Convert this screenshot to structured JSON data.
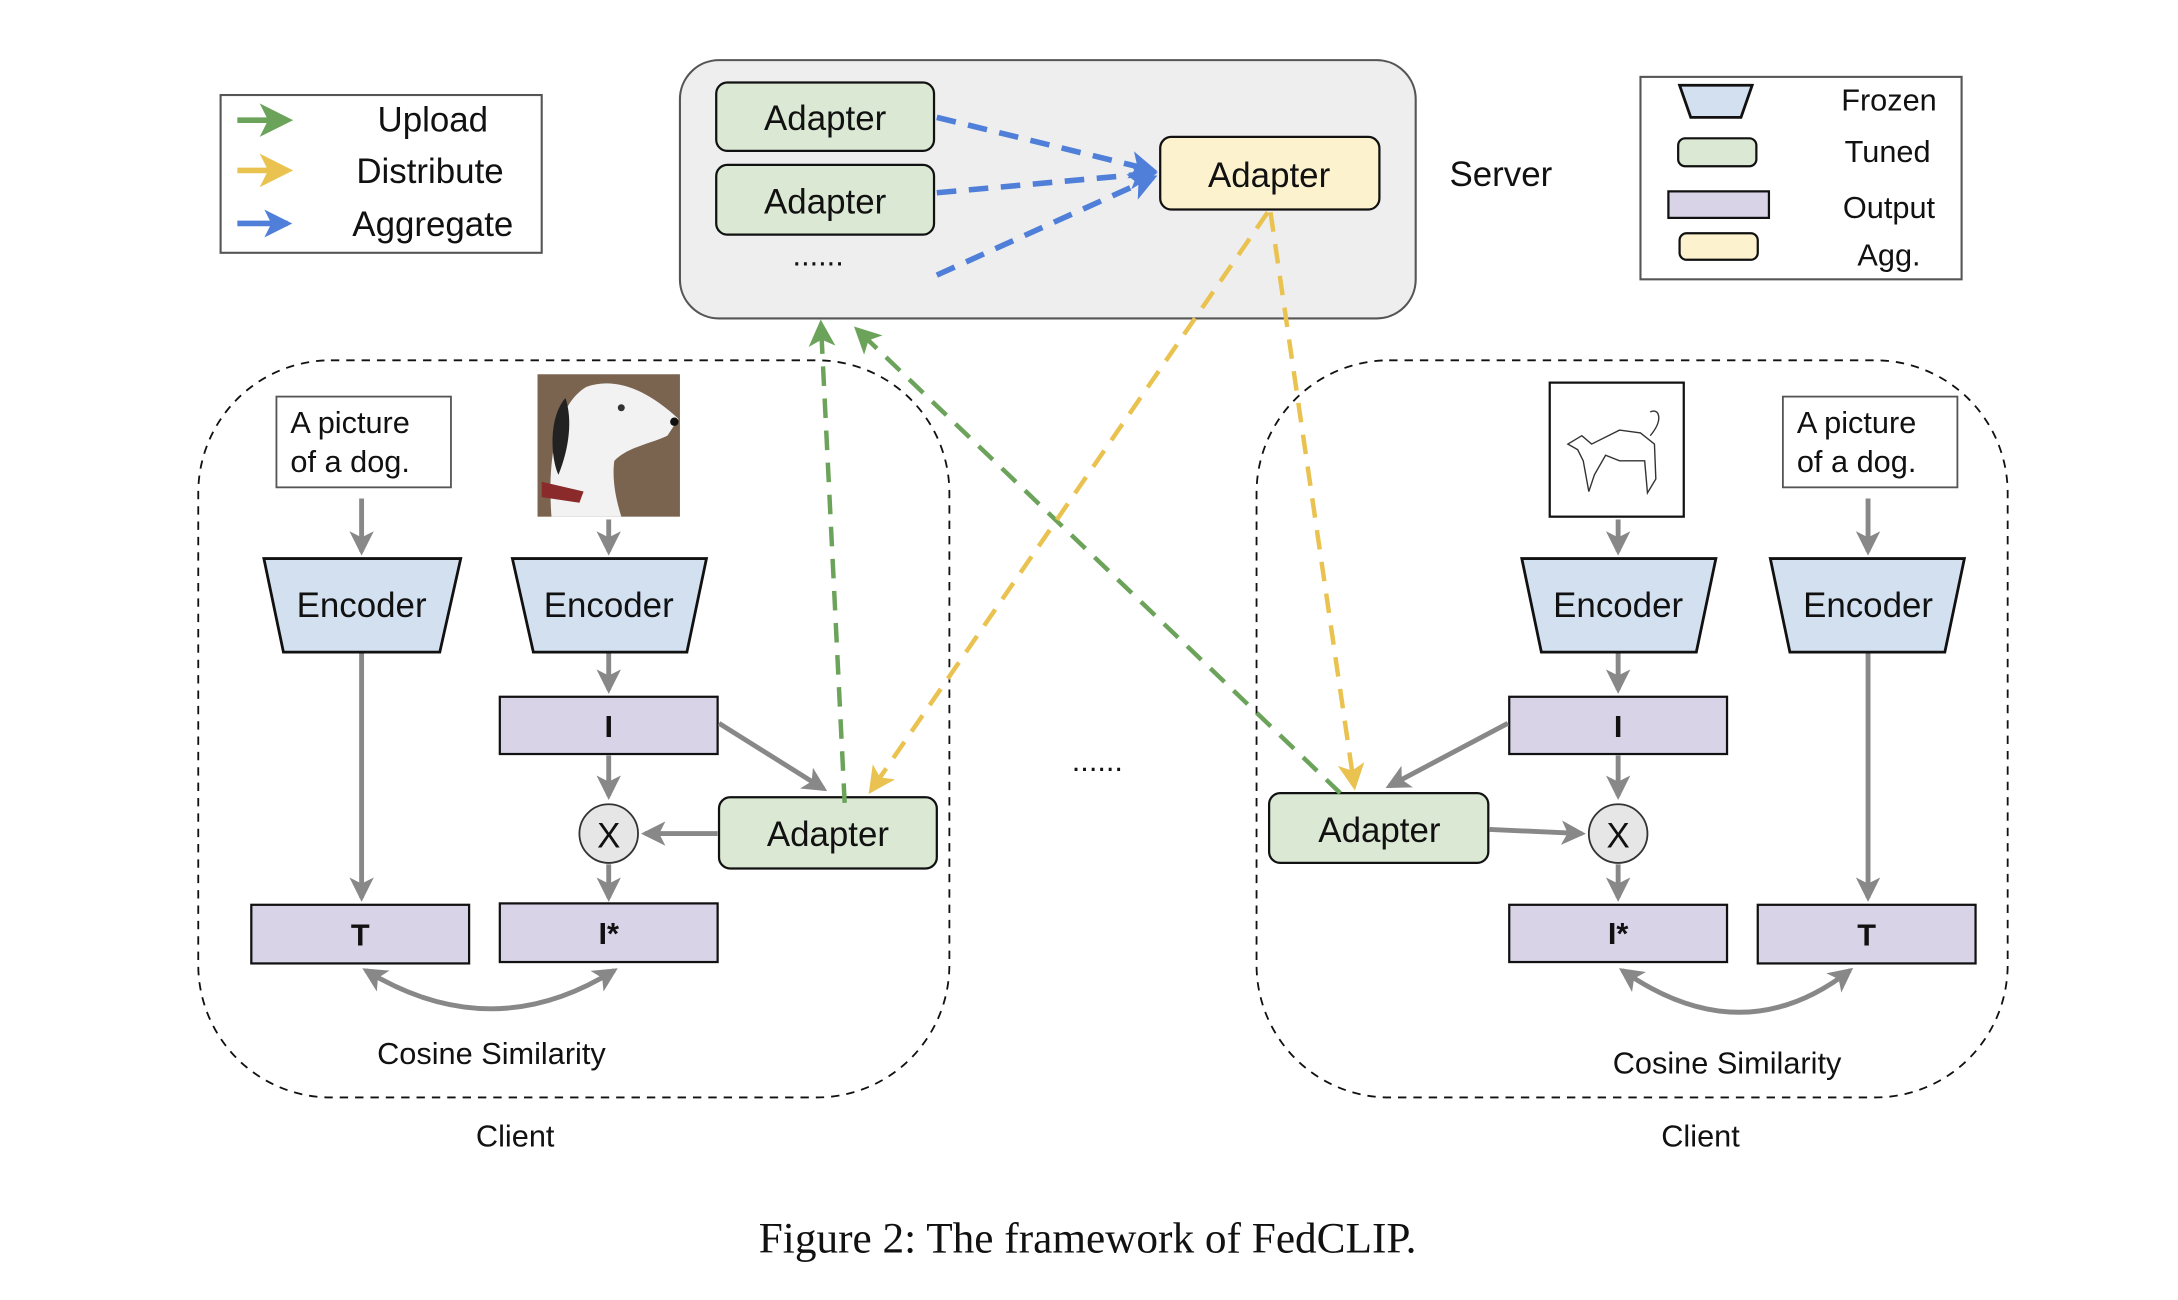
{
  "legend_arrows": {
    "items": [
      {
        "label": "Upload",
        "color": "#6ca35a"
      },
      {
        "label": "Distribute",
        "color": "#eac24f"
      },
      {
        "label": "Aggregate",
        "color": "#4f7fd9"
      }
    ]
  },
  "legend_shapes": {
    "items": [
      {
        "label": "Frozen",
        "color": "#d3e0f0"
      },
      {
        "label": "Tuned",
        "color": "#dbe8d4"
      },
      {
        "label": "Output",
        "color": "#d8d3e7"
      },
      {
        "label": "Agg.",
        "color": "#fcf2cd"
      }
    ]
  },
  "server": {
    "label": "Server",
    "client_adapters": [
      "Adapter",
      "Adapter"
    ],
    "ellipsis": "......",
    "aggregated_adapter": "Adapter"
  },
  "clients": [
    {
      "label": "Client",
      "text_prompt": [
        "A picture",
        "of a dog."
      ],
      "image": "painted-dog-photo",
      "text_encoder": "Encoder",
      "image_encoder": "Encoder",
      "image_feature": "I",
      "adapter": "Adapter",
      "multiply": "X",
      "adapted_feature": "I*",
      "text_feature": "T",
      "similarity": "Cosine Similarity"
    },
    {
      "label": "Client",
      "text_prompt": [
        "A picture",
        "of a dog."
      ],
      "image": "dog-sketch",
      "text_encoder": "Encoder",
      "image_encoder": "Encoder",
      "image_feature": "I",
      "adapter": "Adapter",
      "multiply": "X",
      "adapted_feature": "I*",
      "text_feature": "T",
      "similarity": "Cosine Similarity"
    }
  ],
  "between_clients": "......",
  "caption": "Figure 2: The framework of FedCLIP."
}
